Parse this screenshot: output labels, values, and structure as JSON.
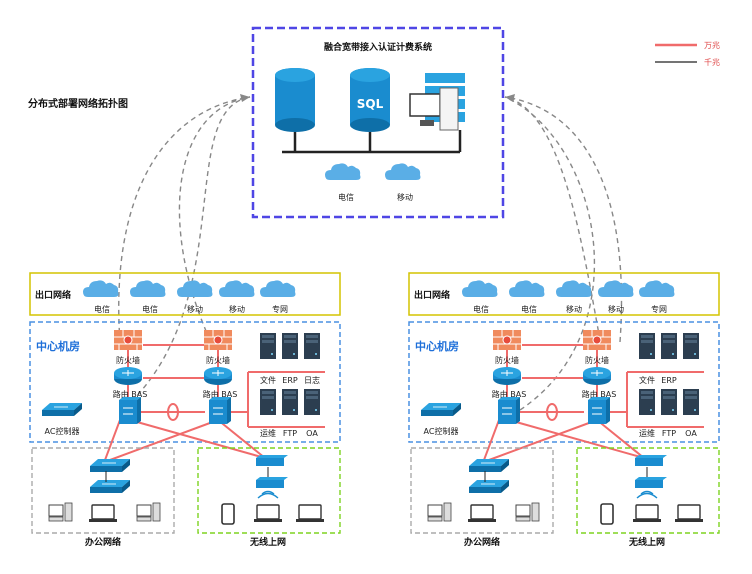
{
  "diagram": {
    "title": "分布式部署网络拓扑图",
    "center_system": {
      "title": "融合宽带接入认证计费系统",
      "db_label": "SQL",
      "isp1": "电信",
      "isp2": "移动"
    },
    "legend": {
      "gigabit_10": "万兆",
      "gigabit_1": "千兆"
    },
    "site": {
      "exit_network": "出口网络",
      "exit_clouds": [
        "电信",
        "电信",
        "移动",
        "移动",
        "专网"
      ],
      "center_room": "中心机房",
      "firewall": "防火墙",
      "router_bas": "路由 BAS",
      "ac_controller": "AC控制器",
      "server_row1": [
        "文件",
        "ERP",
        "日志"
      ],
      "server_row2": [
        "运维",
        "FTP",
        "OA"
      ],
      "office_network": "办公网络",
      "wireless_network": "无线上网"
    },
    "colors": {
      "dashed_blue": "#4f46e5",
      "yellow_border": "#d4c400",
      "blue_border": "#4a90e2",
      "green_border": "#7ed321",
      "gray_border": "#aaaaaa",
      "red_link": "#f06b6b",
      "cloud": "#5aaee6",
      "device_blue": "#1a8ccf"
    }
  }
}
